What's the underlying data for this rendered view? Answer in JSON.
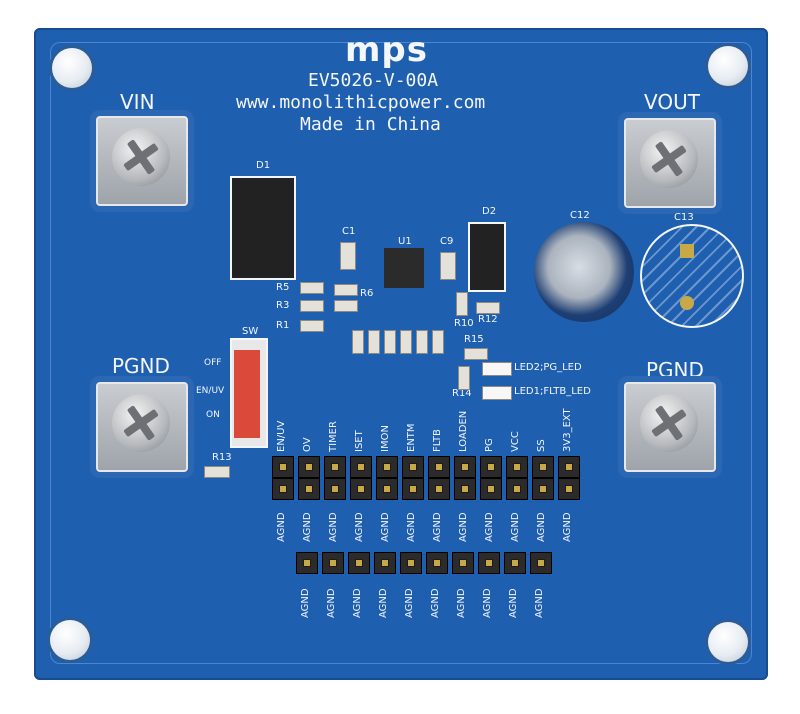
{
  "brand": "mps",
  "board": {
    "model": "EV5026-V-00A",
    "website": "www.monolithicpower.com",
    "origin": "Made in China"
  },
  "terminals": {
    "vin": "VIN",
    "vout": "VOUT",
    "pgnd_left": "PGND",
    "pgnd_right": "PGND"
  },
  "designators": {
    "d1": "D1",
    "d2": "D2",
    "u1": "U1",
    "c1": "C1",
    "c9": "C9",
    "c12": "C12",
    "c13": "C13",
    "r1": "R1",
    "r3": "R3",
    "r5": "R5",
    "r6": "R6",
    "r10": "R10",
    "r12": "R12",
    "r13": "R13",
    "r14": "R14",
    "r15": "R15",
    "sw": "SW"
  },
  "switch_positions": [
    "OFF",
    "EN/UV",
    "ON"
  ],
  "leds": {
    "led2": "LED2;PG_LED",
    "led1": "LED1;FLTB_LED"
  },
  "header_top_labels": [
    "EN/UV",
    "OV",
    "TIMER",
    "ISET",
    "IMON",
    "ENTM",
    "FLTB",
    "LOADEN",
    "PG",
    "VCC",
    "SS",
    "3V3_EXT"
  ],
  "header_mid_labels": [
    "AGND",
    "AGND",
    "AGND",
    "AGND",
    "AGND",
    "AGND",
    "AGND",
    "AGND",
    "AGND",
    "AGND",
    "AGND",
    "AGND"
  ],
  "header_bottom_labels": [
    "AGND",
    "AGND",
    "AGND",
    "AGND",
    "AGND",
    "AGND",
    "AGND",
    "AGND",
    "AGND",
    "AGND"
  ]
}
